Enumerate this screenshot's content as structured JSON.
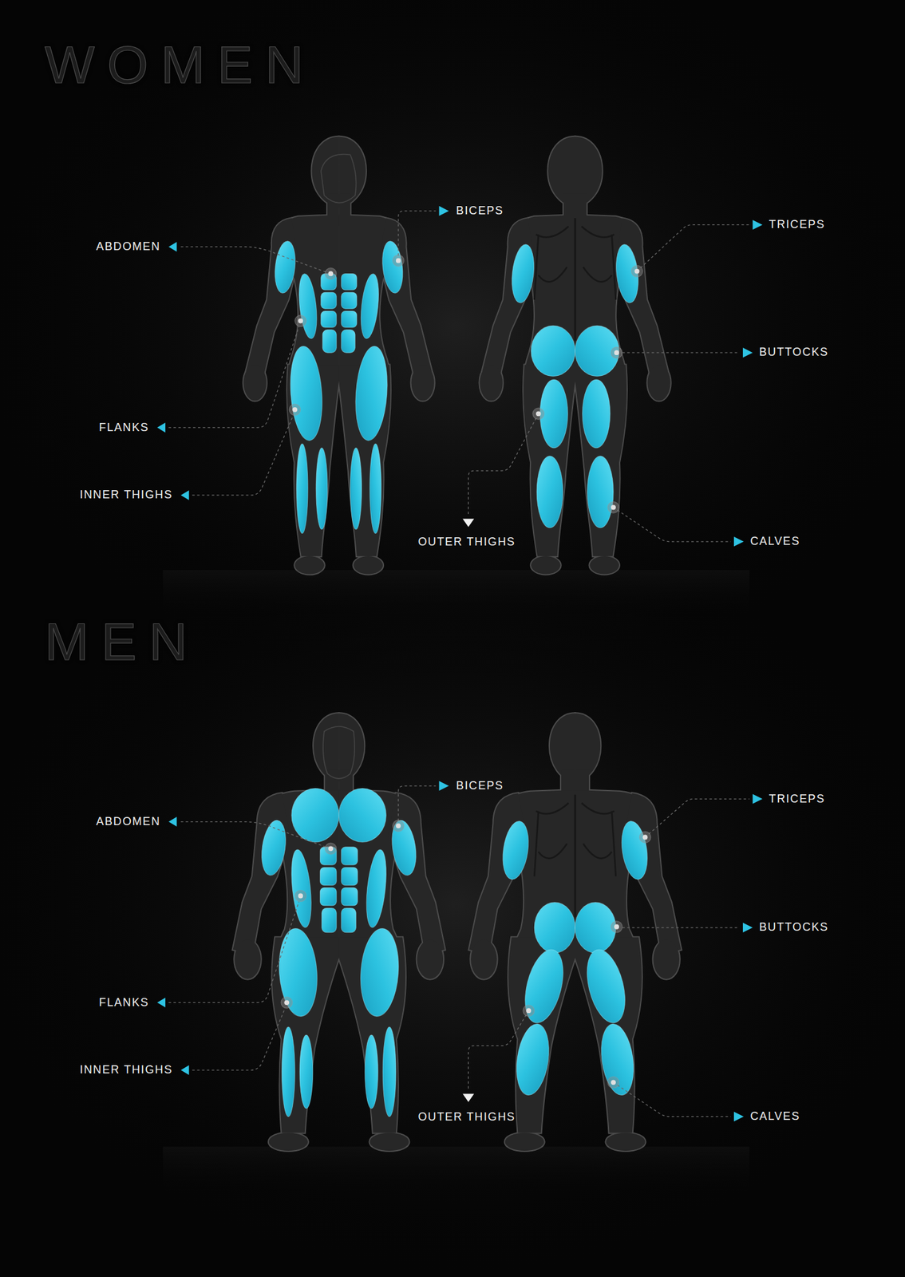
{
  "diagram": {
    "labels": [
      "WOMEN",
      "BICEPS",
      "TRICEPS",
      "ABDOMEN",
      "BUTTOCKS",
      "FLANKS",
      "INNER THIGHS",
      "OUTER THIGHS",
      "CALVES",
      "MEN",
      "BICEPS",
      "TRICEPS",
      "ABDOMEN",
      "BUTTOCKS",
      "FLANKS",
      "INNER THIGHS",
      "OUTER THIGHS",
      "CALVES"
    ]
  }
}
